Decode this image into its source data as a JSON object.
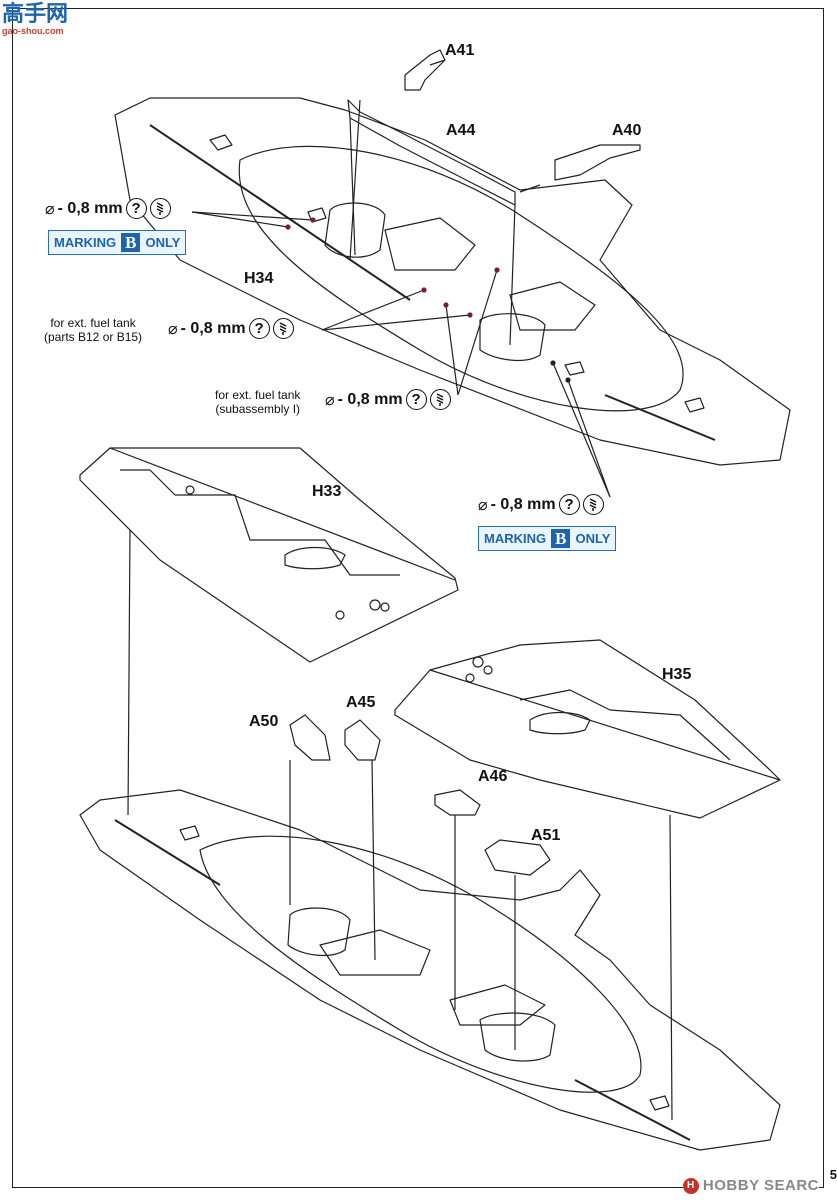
{
  "watermark_top": {
    "chinese": "高手网",
    "url": "gao-shou.com"
  },
  "watermark_bottom": {
    "icon": "hobby-search-logo-icon",
    "text": "HOBBY SEARC"
  },
  "page_number": "5",
  "parts": {
    "a41": "A41",
    "a44": "A44",
    "a40": "A40",
    "h34": "H34",
    "h33": "H33",
    "h35": "H35",
    "a50": "A50",
    "a45": "A45",
    "a46": "A46",
    "a51": "A51"
  },
  "drill": {
    "symbol": "⌀",
    "size": "- 0,8 mm",
    "q": "?",
    "drill_icon": "drill-bit-icon"
  },
  "notes": {
    "fuel_parts_line1": "for ext. fuel tank",
    "fuel_parts_line2": "(parts B12 or B15)",
    "fuel_sub_line1": "for ext. fuel tank",
    "fuel_sub_line2": "(subassembly I)"
  },
  "marking": {
    "pre": "MARKING",
    "letter": "B",
    "post": "ONLY"
  },
  "colors": {
    "marking_blue": "#1d64ad",
    "marking_bg": "#eaf4fc",
    "hole": "#7a1f2b"
  }
}
